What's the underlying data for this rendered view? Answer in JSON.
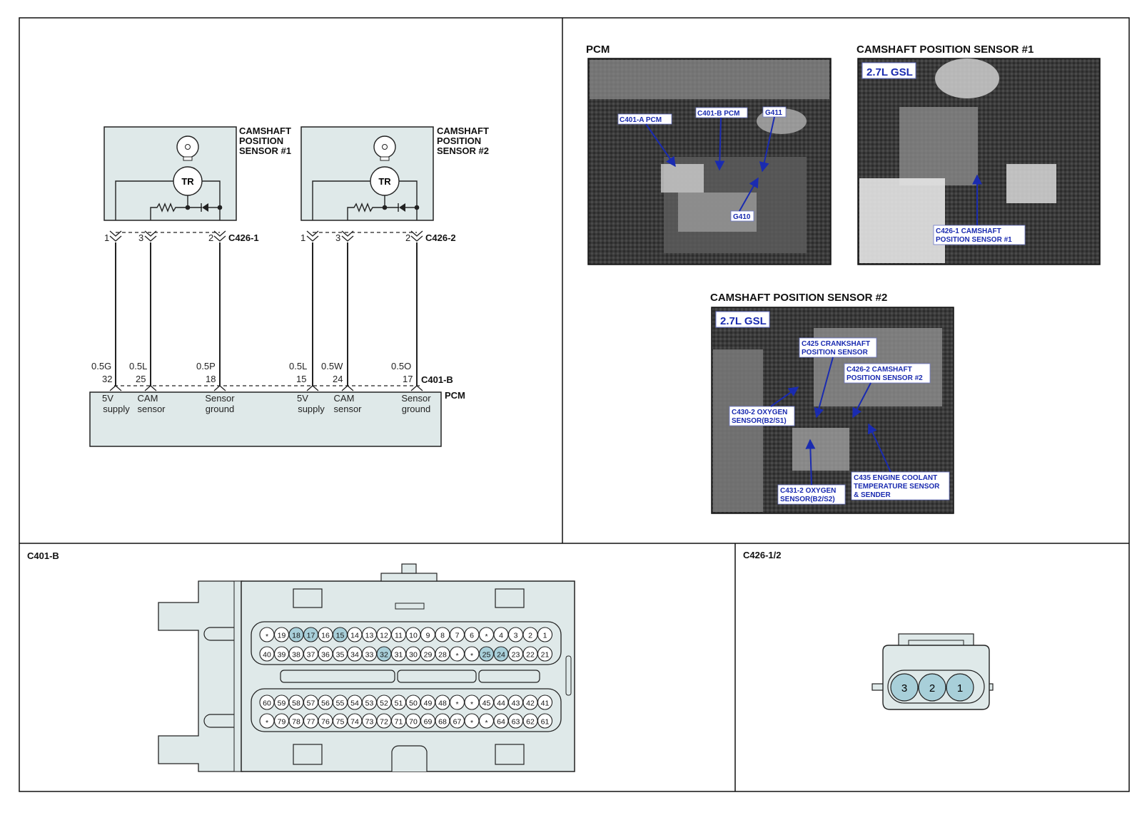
{
  "sensor1": {
    "line1": "CAMSHAFT",
    "line2": "POSITION",
    "line3": "SENSOR  #1",
    "tr": "TR",
    "connector": "C426-1",
    "pins": [
      {
        "num": "1"
      },
      {
        "num": "3"
      },
      {
        "num": "2"
      }
    ]
  },
  "sensor2": {
    "line1": "CAMSHAFT",
    "line2": "POSITION",
    "line3": "SENSOR  #2",
    "tr": "TR",
    "connector": "C426-2",
    "pins": [
      {
        "num": "1"
      },
      {
        "num": "3"
      },
      {
        "num": "2"
      }
    ]
  },
  "pcm_connector": "C401-B",
  "pcm_label": "PCM",
  "wires": [
    {
      "color": "0.5G",
      "pin": "32",
      "func1": "5V",
      "func2": "supply"
    },
    {
      "color": "0.5L",
      "pin": "25",
      "func1": "CAM",
      "func2": "sensor"
    },
    {
      "color": "0.5P",
      "pin": "18",
      "func1": "Sensor",
      "func2": "ground"
    },
    {
      "color": "0.5L",
      "pin": "15",
      "func1": "5V",
      "func2": "supply"
    },
    {
      "color": "0.5W",
      "pin": "24",
      "func1": "CAM",
      "func2": "sensor"
    },
    {
      "color": "0.5O",
      "pin": "17",
      "func1": "Sensor",
      "func2": "ground"
    }
  ],
  "photos": {
    "pcm": {
      "title": "PCM",
      "callouts": [
        "C401-A PCM",
        "C401-B PCM",
        "G411",
        "G410"
      ]
    },
    "cmp1": {
      "title": "CAMSHAFT POSITION SENSOR #1",
      "badge": "2.7L GSL",
      "callout1": "C426-1 CAMSHAFT",
      "callout2": "POSITION SENSOR #1"
    },
    "cmp2": {
      "title": "CAMSHAFT POSITION SENSOR #2",
      "badge": "2.7L GSL",
      "callouts": [
        {
          "l1": "C425 CRANKSHAFT",
          "l2": "POSITION SENSOR",
          "l3": ""
        },
        {
          "l1": "C426-2 CAMSHAFT",
          "l2": "POSITION SENSOR #2",
          "l3": ""
        },
        {
          "l1": "C430-2 OXYGEN",
          "l2": "SENSOR(B2/S1)",
          "l3": ""
        },
        {
          "l1": "C431-2 OXYGEN",
          "l2": "SENSOR(B2/S2)",
          "l3": ""
        },
        {
          "l1": "C435 ENGINE COOLANT",
          "l2": "TEMPERATURE SENSOR",
          "l3": "& SENDER"
        }
      ]
    }
  },
  "c401b_view": {
    "title": "C401-B",
    "rows": [
      [
        "*",
        "19",
        "18",
        "17",
        "16",
        "15",
        "14",
        "13",
        "12",
        "11",
        "10",
        "9",
        "8",
        "7",
        "6",
        "*",
        "4",
        "3",
        "2",
        "1"
      ],
      [
        "40",
        "39",
        "38",
        "37",
        "36",
        "35",
        "34",
        "33",
        "32",
        "31",
        "30",
        "29",
        "28",
        "*",
        "*",
        "25",
        "24",
        "23",
        "22",
        "21"
      ],
      [
        "60",
        "59",
        "58",
        "57",
        "56",
        "55",
        "54",
        "53",
        "52",
        "51",
        "50",
        "49",
        "48",
        "*",
        "*",
        "45",
        "44",
        "43",
        "42",
        "41"
      ],
      [
        "*",
        "79",
        "78",
        "77",
        "76",
        "75",
        "74",
        "73",
        "72",
        "71",
        "70",
        "69",
        "68",
        "67",
        "*",
        "*",
        "64",
        "63",
        "62",
        "61"
      ]
    ],
    "highlighted": [
      "18",
      "17",
      "15",
      "32",
      "25",
      "24"
    ]
  },
  "c426_view": {
    "title": "C426-1/2",
    "pins": [
      "3",
      "2",
      "1"
    ]
  },
  "colors": {
    "box_fill": "#dfe9e9",
    "pin_highlight": "#a8cfd9",
    "callout_text": "#1a2bb0"
  }
}
